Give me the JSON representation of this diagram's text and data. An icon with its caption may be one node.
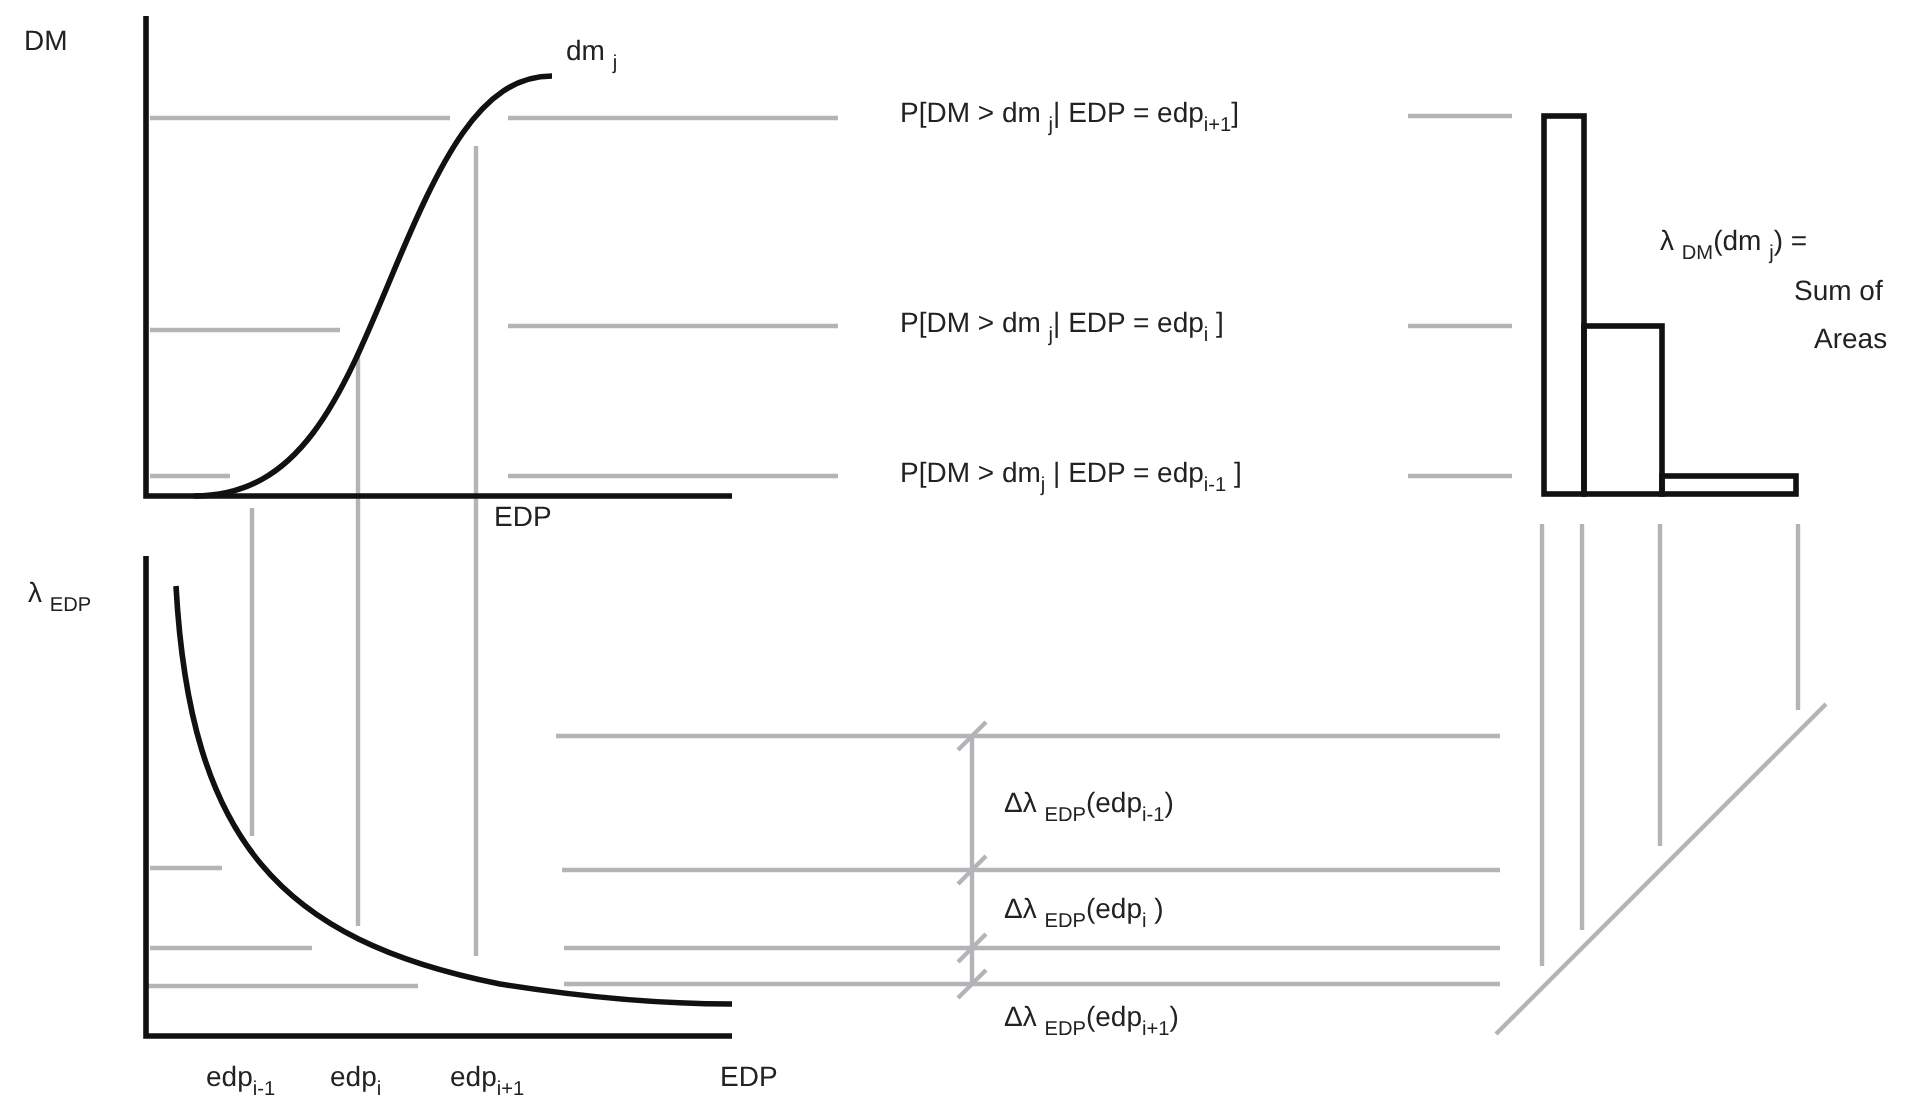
{
  "diagram": {
    "labels": [
      "DM",
      "dm $_{j}$",
      "P[DM > dm $_{j}$| EDP = edp$_{i+1}$]",
      "λ $_{DM}$(dm $_{j}$) =",
      "Sum of",
      "Areas",
      "P[DM > dm $_{j}$| EDP = edp$_{i}$ ]",
      "P[DM > dm$_{j}$ | EDP = edp$_{i-1}$ ]",
      "EDP",
      "λ $_{EDP}$",
      "Δλ $_{EDP}$(edp$_{i-1}$)",
      "Δλ $_{EDP}$(edp$_{i}$ )",
      "Δλ $_{EDP}$(edp$_{i+1}$)",
      "edp$_{i-1}$",
      "edp$_{i}$",
      "edp$_{i+1}$",
      "EDP"
    ]
  }
}
